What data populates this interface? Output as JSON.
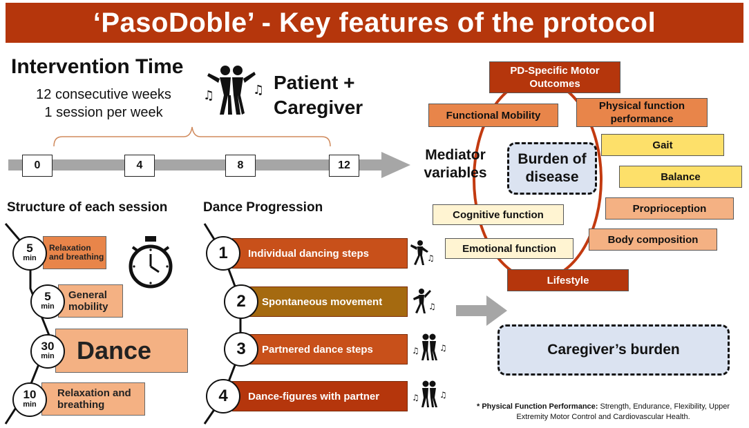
{
  "title": "‘PasoDoble’ - Key features of the protocol",
  "intervention": {
    "title": "Intervention Time",
    "line1": "12 consecutive weeks",
    "line2": "1 session per week",
    "patient_line1": "Patient +",
    "patient_line2": "Caregiver"
  },
  "timeline": {
    "weeks": [
      "0",
      "4",
      "8",
      "12"
    ]
  },
  "structure": {
    "title": "Structure of each session",
    "sessions": [
      {
        "minutes": "5",
        "unit": "min",
        "label": "Relaxation and breathing"
      },
      {
        "minutes": "5",
        "unit": "min",
        "label": "General mobility"
      },
      {
        "minutes": "30",
        "unit": "min",
        "label": "Dance"
      },
      {
        "minutes": "10",
        "unit": "min",
        "label": "Relaxation and breathing"
      }
    ]
  },
  "progression": {
    "title": "Dance Progression",
    "steps": [
      {
        "num": "1",
        "label": "Individual dancing steps"
      },
      {
        "num": "2",
        "label": "Spontaneous movement"
      },
      {
        "num": "3",
        "label": "Partnered dance steps"
      },
      {
        "num": "4",
        "label": "Dance-figures with partner"
      }
    ]
  },
  "outcomes": {
    "mediator": "Mediator variables",
    "center": "Burden of disease",
    "pd_motor": "PD-Specific Motor Outcomes",
    "functional_mobility": "Functional Mobility",
    "physical_function": "Physical function performance",
    "gait": "Gait",
    "balance": "Balance",
    "proprioception": "Proprioception",
    "body_composition": "Body composition",
    "cognitive": "Cognitive function",
    "emotional": "Emotional function",
    "lifestyle": "Lifestyle"
  },
  "caregiver": "Caregiver’s burden",
  "footnote": {
    "bold": "* Physical Function Performance:",
    "text": " Strength, Endurance, Flexibility, Upper Extremity Motor Control and Cardiovascular Health."
  },
  "colors": {
    "banner": "#b5360c",
    "dark_red": "#b5360c",
    "orange": "#e8854a",
    "light_orange": "#f4b183",
    "yellow": "#fde06a",
    "cream": "#fff4d2",
    "olive": "#a56a10",
    "caregiver_bg": "#dbe3f1"
  }
}
